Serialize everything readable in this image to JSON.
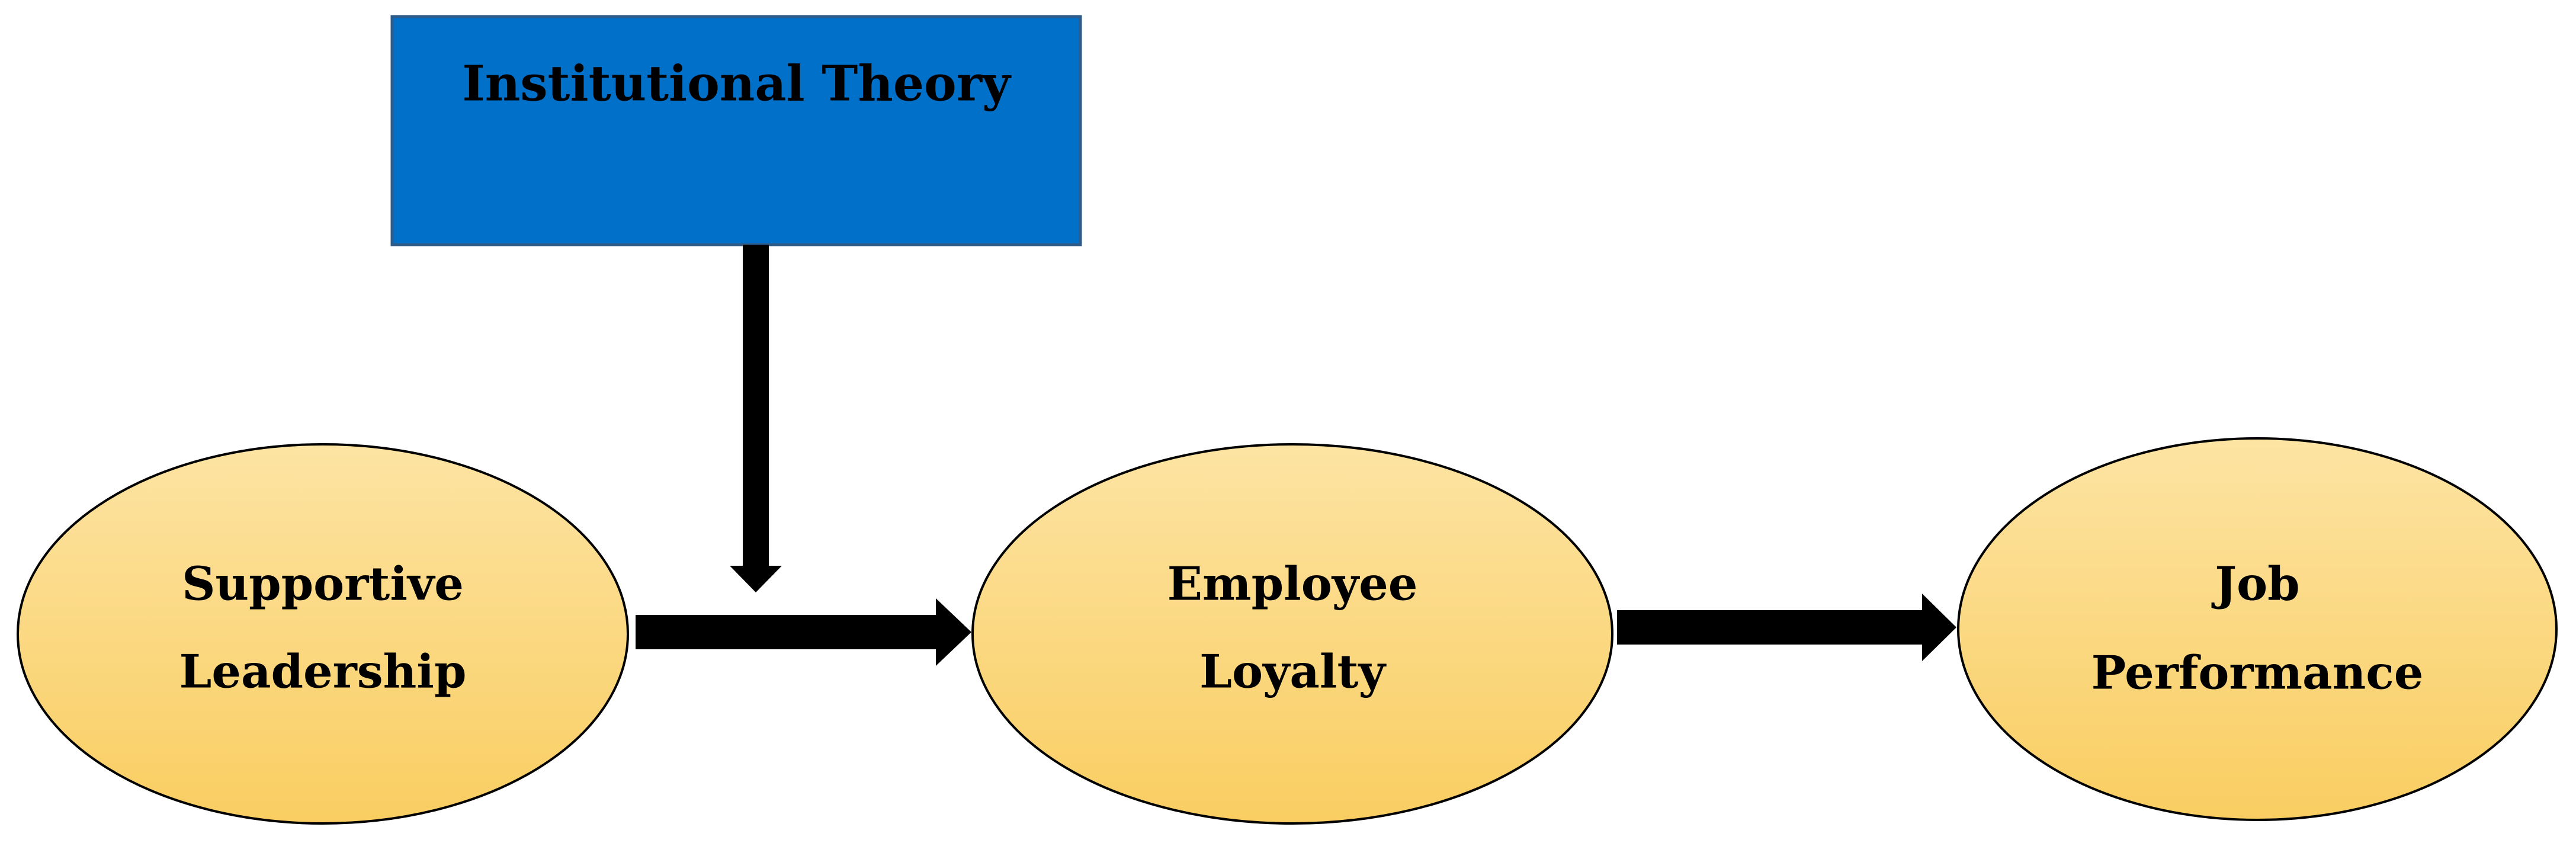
{
  "diagram": {
    "theory_box": {
      "label": "Institutional Theory",
      "fill_color": "#0070C9",
      "border_color": "#2E5C8A"
    },
    "nodes": {
      "supportive_leadership": {
        "line1": "Supportive",
        "line2": "Leadership"
      },
      "employee_loyalty": {
        "line1": "Employee",
        "line2": "Loyalty"
      },
      "job_performance": {
        "line1": "Job",
        "line2": "Performance"
      }
    },
    "node_fill_top": "#FDE4A3",
    "node_fill_bottom": "#F9CD61",
    "arrow_color": "#000000"
  }
}
